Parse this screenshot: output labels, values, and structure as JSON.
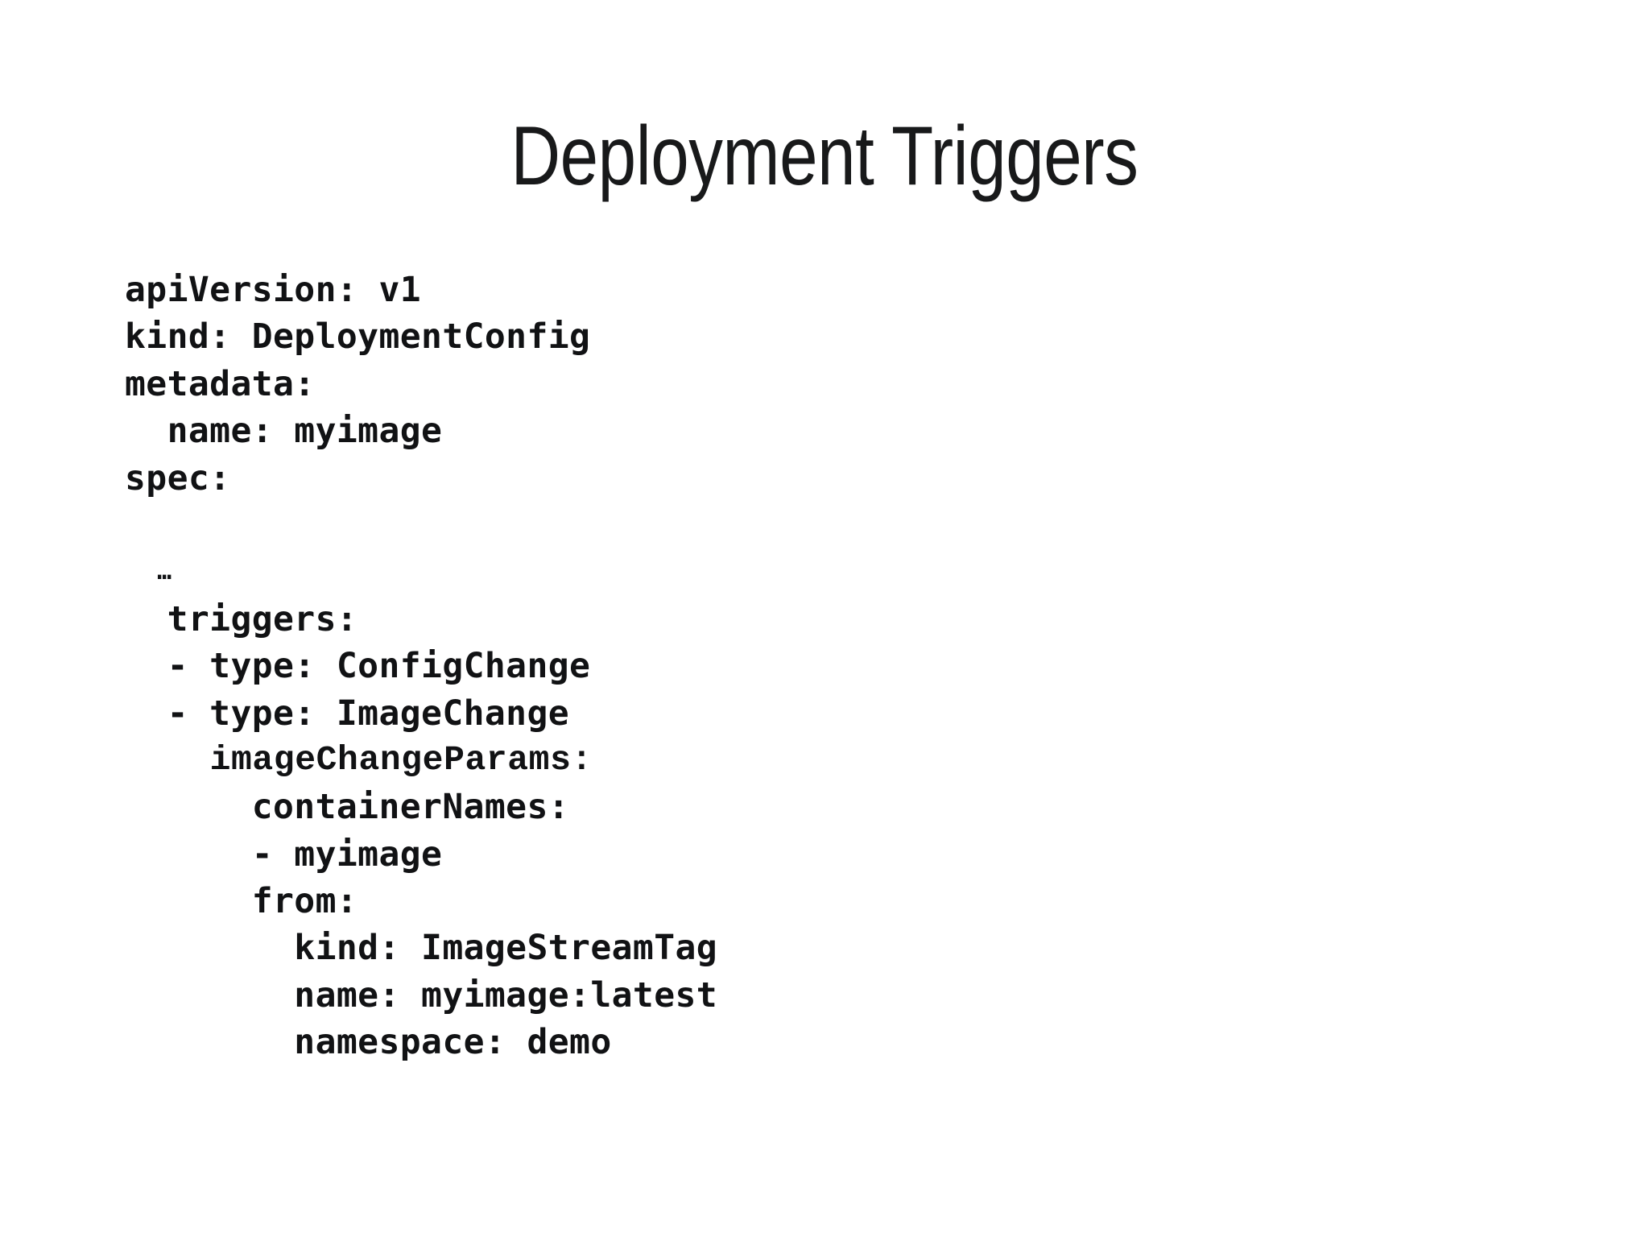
{
  "slide": {
    "title": "Deployment Triggers",
    "background_color": "#ffffff",
    "text_color": "#111214"
  },
  "code": {
    "language": "yaml",
    "lines": [
      {
        "id": "api-version",
        "text": "apiVersion: v1"
      },
      {
        "id": "kind",
        "text": "kind: DeploymentConfig"
      },
      {
        "id": "metadata",
        "text": "metadata:"
      },
      {
        "id": "metadata-name",
        "text": "  name: myimage"
      },
      {
        "id": "spec",
        "text": "spec:"
      },
      {
        "id": "blank-1",
        "text": ""
      },
      {
        "id": "ellipsis",
        "text": "  …"
      },
      {
        "id": "triggers",
        "text": "  triggers:"
      },
      {
        "id": "trigger-config-change",
        "text": "  - type: ConfigChange"
      },
      {
        "id": "trigger-image-change",
        "text": "  - type: ImageChange"
      },
      {
        "id": "image-change-params",
        "text": "    imageChangeParams:"
      },
      {
        "id": "container-names",
        "text": "      containerNames:"
      },
      {
        "id": "container-name-item",
        "text": "      - myimage"
      },
      {
        "id": "from",
        "text": "      from:"
      },
      {
        "id": "from-kind",
        "text": "        kind: ImageStreamTag"
      },
      {
        "id": "from-name",
        "text": "        name: myimage:latest"
      },
      {
        "id": "from-namespace",
        "text": "        namespace: demo"
      }
    ]
  }
}
